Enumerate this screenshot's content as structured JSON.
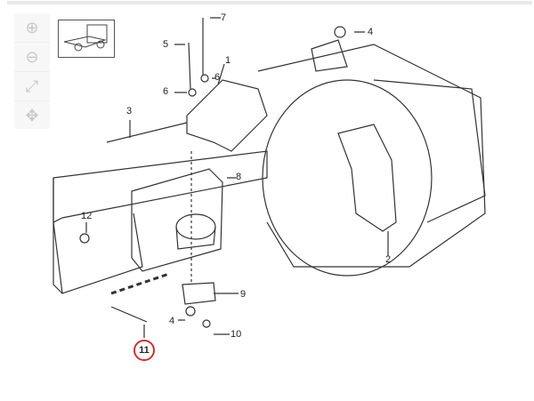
{
  "toolbar": {
    "zoom_in": "zoom-in",
    "zoom_out": "zoom-out",
    "fit": "fit",
    "pan": "pan"
  },
  "callouts": {
    "c7": "7",
    "c5": "5",
    "c4a": "4",
    "c1": "1",
    "c6a": "6",
    "c6b": "6",
    "c3": "3",
    "c8": "8",
    "c12": "12",
    "c2": "2",
    "c9": "9",
    "c4b": "4",
    "c10": "10",
    "c11": "11"
  },
  "highlight_color": "#d0312d"
}
